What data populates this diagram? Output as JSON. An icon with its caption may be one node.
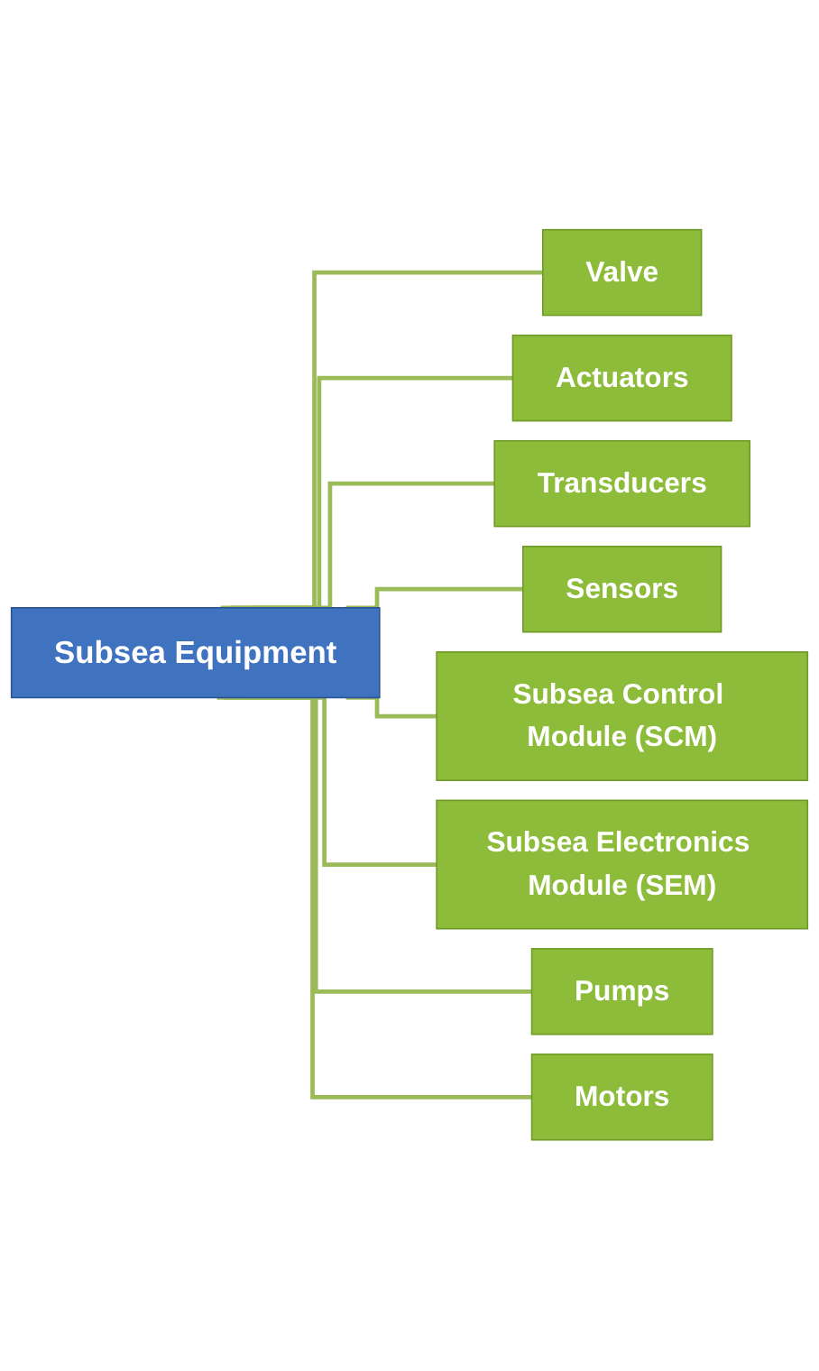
{
  "diagram": {
    "nodes": [
      {
        "text": [
          "Subsea Equipment"
        ]
      },
      {
        "text": [
          "Valve"
        ]
      },
      {
        "text": [
          "Actuators"
        ]
      },
      {
        "text": [
          "Transducers"
        ]
      },
      {
        "text": [
          "Sensors"
        ]
      },
      {
        "text": [
          "Subsea Control Module (SCM)"
        ]
      },
      {
        "text": [
          "Subsea Electronics Module (SEM)"
        ]
      },
      {
        "text": [
          "Pumps"
        ]
      },
      {
        "text": [
          "Motors"
        ]
      }
    ],
    "edges": [
      {
        "from": 0,
        "to": 1,
        "arrow": "none"
      },
      {
        "from": 0,
        "to": 2,
        "arrow": "none"
      },
      {
        "from": 0,
        "to": 3,
        "arrow": "none"
      },
      {
        "from": 0,
        "to": 4,
        "arrow": "none"
      },
      {
        "from": 0,
        "to": 5,
        "arrow": "none"
      },
      {
        "from": 0,
        "to": 6,
        "arrow": "none"
      },
      {
        "from": 0,
        "to": 7,
        "arrow": "none"
      },
      {
        "from": 0,
        "to": 8,
        "arrow": "none"
      }
    ]
  }
}
